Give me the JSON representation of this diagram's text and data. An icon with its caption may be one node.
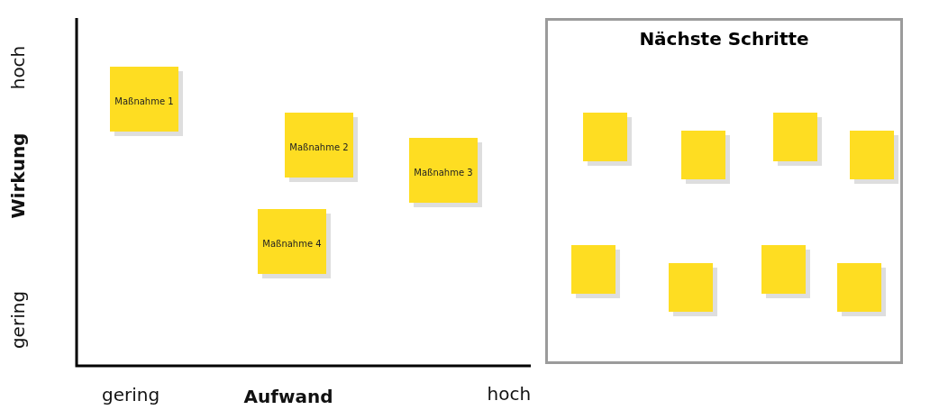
{
  "diagram": {
    "nodes": [
      {
        "text": [
          "Maßnahme 1"
        ]
      },
      {
        "text": [
          "Maßnahme 2"
        ]
      },
      {
        "text": [
          "Maßnahme 3"
        ]
      },
      {
        "text": [
          "Maßnahme 4"
        ]
      },
      {
        "text": [
          "Nächste Schritte"
        ]
      },
      {
        "text": [],
        "shape": "box",
        "in": 4
      },
      {
        "text": [],
        "shape": "box",
        "in": 4
      },
      {
        "text": [],
        "shape": "box",
        "in": 4
      },
      {
        "text": [],
        "shape": "box",
        "in": 4
      },
      {
        "text": [],
        "shape": "box",
        "in": 4
      },
      {
        "text": [],
        "shape": "box",
        "in": 4
      },
      {
        "text": [],
        "shape": "box",
        "in": 4
      },
      {
        "text": [],
        "shape": "box",
        "in": 4
      }
    ],
    "edges": [],
    "labels": [
      "hoch",
      "Wirkung",
      "gering",
      "gering",
      "Aufwand",
      "hoch"
    ]
  }
}
